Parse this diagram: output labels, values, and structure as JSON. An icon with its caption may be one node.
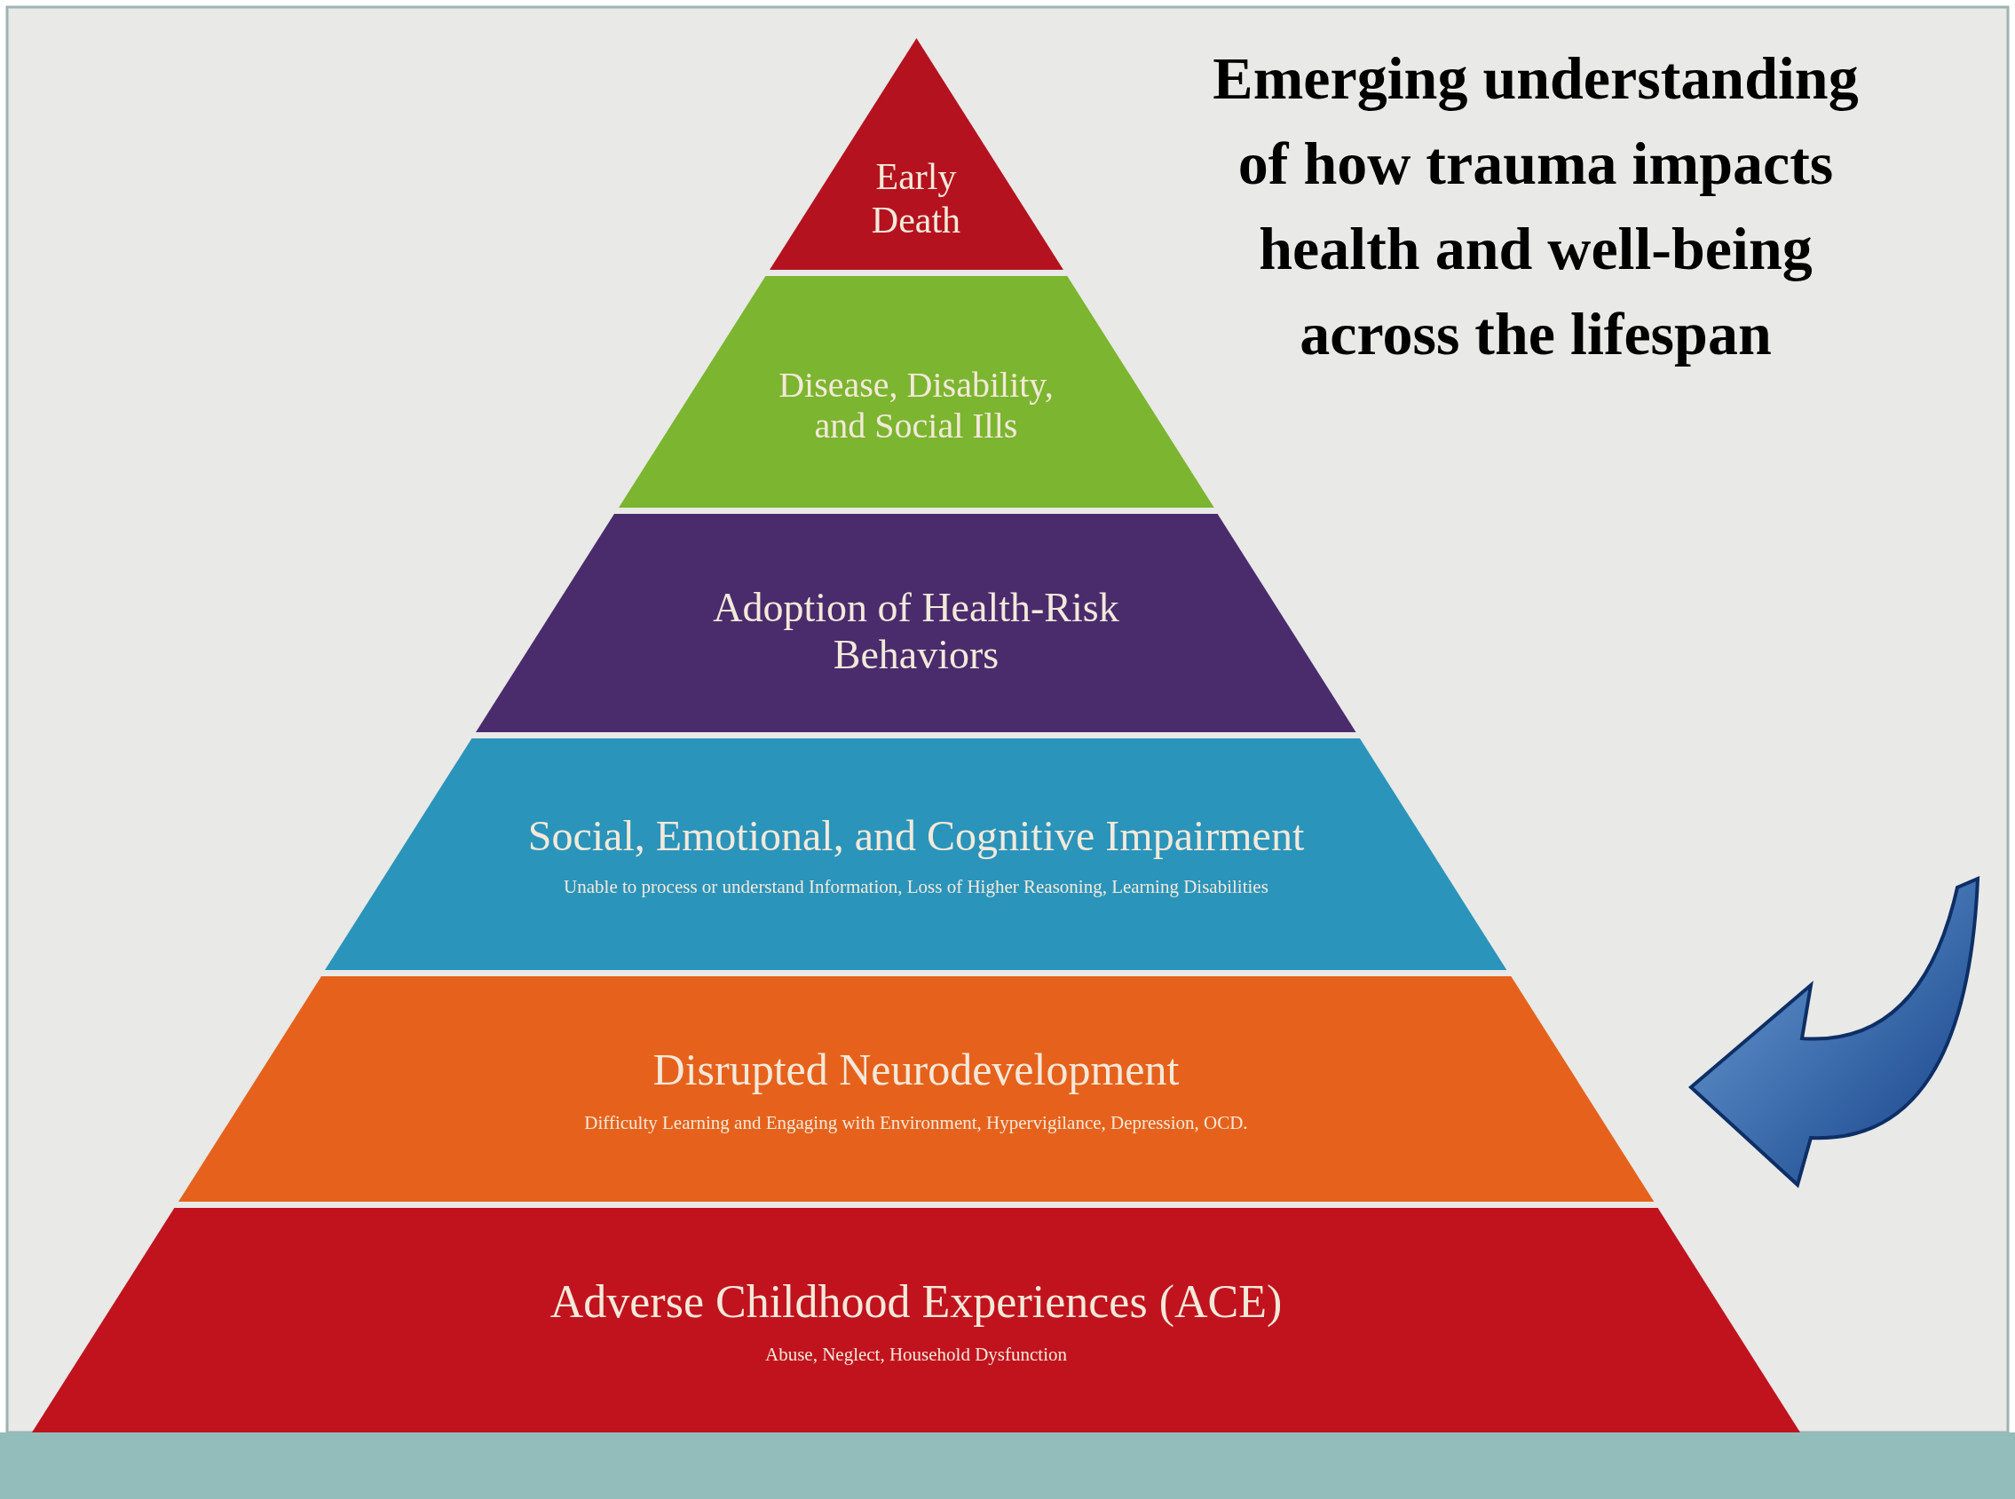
{
  "diagram": {
    "title": "Emerging understanding of how trauma impacts health and well-being across the lifespan",
    "nodes": [
      {
        "text": [
          "Early Death"
        ]
      },
      {
        "text": [
          "Disease, Disability, and Social Ills"
        ]
      },
      {
        "text": [
          "Adoption of Health-Risk Behaviors"
        ]
      },
      {
        "text": [
          "Social, Emotional, and Cognitive Impairment",
          "Unable to process or understand Information, Loss of Higher Reasoning, Learning Disabilities"
        ]
      },
      {
        "text": [
          "Disrupted Neurodevelopment",
          "Difficulty Learning and Engaging with Environment, Hypervigilance, Depression, OCD."
        ]
      },
      {
        "text": [
          "Adverse Childhood Experiences (ACE)",
          "Abuse, Neglect, Household Dysfunction"
        ]
      }
    ]
  }
}
